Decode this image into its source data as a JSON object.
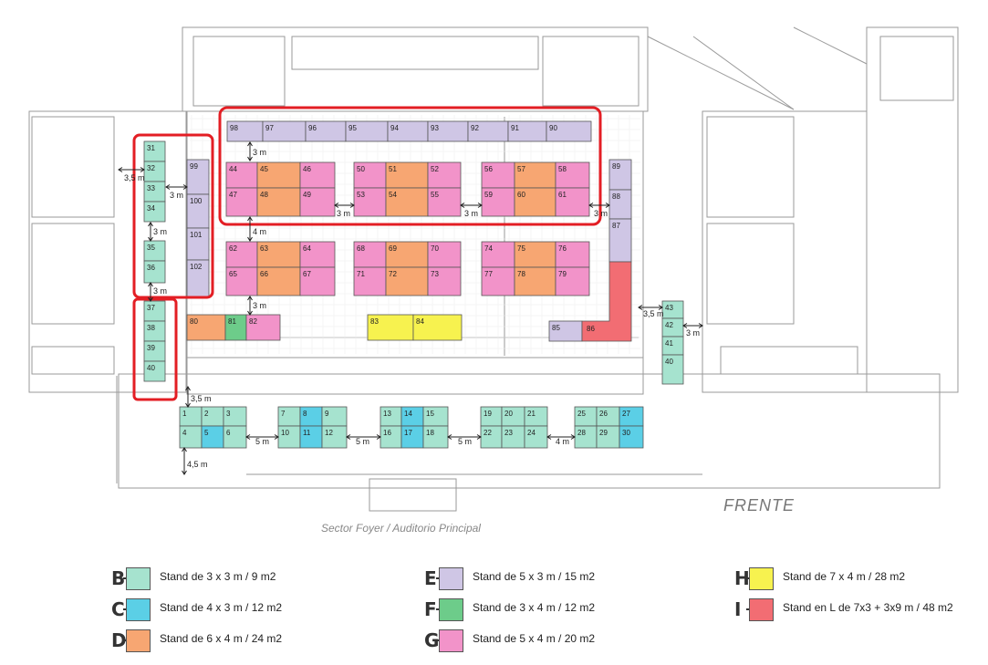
{
  "colors": {
    "B": "#A6E3CF",
    "C": "#5BCFE6",
    "D": "#F7A672",
    "E": "#CFC6E5",
    "F": "#6DCC8A",
    "G": "#F293C9",
    "H": "#F7F24F",
    "I": "#F26D73",
    "highlight": "#E31E24"
  },
  "caption": "Sector Foyer / Auditorio Principal",
  "front_label": "FRENTE",
  "legend": [
    {
      "letter": "B",
      "text": "Stand de 3 x 3 m / 9 m2",
      "type": "B"
    },
    {
      "letter": "C",
      "text": "Stand de 4 x 3 m / 12 m2",
      "type": "C"
    },
    {
      "letter": "D",
      "text": "Stand de 6 x 4 m / 24 m2",
      "type": "D"
    },
    {
      "letter": "E",
      "text": "Stand de 5 x 3 m / 15 m2",
      "type": "E"
    },
    {
      "letter": "F",
      "text": "Stand de 3 x 4 m / 12 m2",
      "type": "F"
    },
    {
      "letter": "G",
      "text": "Stand de 5 x 4 m / 20 m2",
      "type": "G"
    },
    {
      "letter": "H",
      "text": "Stand de 7 x 4 m / 28 m2",
      "type": "H"
    },
    {
      "letter": "I",
      "text": "Stand en L de 7x3 + 3x9 m / 48 m2",
      "type": "I"
    }
  ],
  "stands": [
    {
      "id": "1",
      "type": "B"
    },
    {
      "id": "2",
      "type": "B"
    },
    {
      "id": "3",
      "type": "B"
    },
    {
      "id": "4",
      "type": "B"
    },
    {
      "id": "5",
      "type": "C"
    },
    {
      "id": "6",
      "type": "B"
    },
    {
      "id": "7",
      "type": "B"
    },
    {
      "id": "8",
      "type": "C"
    },
    {
      "id": "9",
      "type": "B"
    },
    {
      "id": "10",
      "type": "B"
    },
    {
      "id": "11",
      "type": "C"
    },
    {
      "id": "12",
      "type": "B"
    },
    {
      "id": "13",
      "type": "B"
    },
    {
      "id": "14",
      "type": "C"
    },
    {
      "id": "15",
      "type": "B"
    },
    {
      "id": "16",
      "type": "B"
    },
    {
      "id": "17",
      "type": "C"
    },
    {
      "id": "18",
      "type": "B"
    },
    {
      "id": "19",
      "type": "B"
    },
    {
      "id": "20",
      "type": "B"
    },
    {
      "id": "21",
      "type": "B"
    },
    {
      "id": "22",
      "type": "B"
    },
    {
      "id": "23",
      "type": "B"
    },
    {
      "id": "24",
      "type": "B"
    },
    {
      "id": "25",
      "type": "B"
    },
    {
      "id": "26",
      "type": "B"
    },
    {
      "id": "27",
      "type": "C"
    },
    {
      "id": "28",
      "type": "B"
    },
    {
      "id": "29",
      "type": "B"
    },
    {
      "id": "30",
      "type": "C"
    },
    {
      "id": "31",
      "type": "B"
    },
    {
      "id": "32",
      "type": "B"
    },
    {
      "id": "33",
      "type": "B"
    },
    {
      "id": "34",
      "type": "B"
    },
    {
      "id": "35",
      "type": "B"
    },
    {
      "id": "36",
      "type": "B"
    },
    {
      "id": "37",
      "type": "B"
    },
    {
      "id": "38",
      "type": "B"
    },
    {
      "id": "39",
      "type": "B"
    },
    {
      "id": "40",
      "type": "B"
    },
    {
      "id": "43",
      "type": "B"
    },
    {
      "id": "42",
      "type": "B"
    },
    {
      "id": "41",
      "type": "B"
    },
    {
      "id": "40",
      "type": "B"
    },
    {
      "id": "98",
      "type": "E"
    },
    {
      "id": "97",
      "type": "E"
    },
    {
      "id": "96",
      "type": "E"
    },
    {
      "id": "95",
      "type": "E"
    },
    {
      "id": "94",
      "type": "E"
    },
    {
      "id": "93",
      "type": "E"
    },
    {
      "id": "92",
      "type": "E"
    },
    {
      "id": "91",
      "type": "E"
    },
    {
      "id": "90",
      "type": "E"
    },
    {
      "id": "99",
      "type": "E"
    },
    {
      "id": "100",
      "type": "E"
    },
    {
      "id": "101",
      "type": "E"
    },
    {
      "id": "102",
      "type": "E"
    },
    {
      "id": "89",
      "type": "E"
    },
    {
      "id": "88",
      "type": "E"
    },
    {
      "id": "87",
      "type": "E"
    },
    {
      "id": "44",
      "type": "G"
    },
    {
      "id": "45",
      "type": "D"
    },
    {
      "id": "46",
      "type": "G"
    },
    {
      "id": "47",
      "type": "G"
    },
    {
      "id": "48",
      "type": "D"
    },
    {
      "id": "49",
      "type": "G"
    },
    {
      "id": "50",
      "type": "G"
    },
    {
      "id": "51",
      "type": "D"
    },
    {
      "id": "52",
      "type": "G"
    },
    {
      "id": "53",
      "type": "G"
    },
    {
      "id": "54",
      "type": "D"
    },
    {
      "id": "55",
      "type": "G"
    },
    {
      "id": "56",
      "type": "G"
    },
    {
      "id": "57",
      "type": "D"
    },
    {
      "id": "58",
      "type": "G"
    },
    {
      "id": "59",
      "type": "G"
    },
    {
      "id": "60",
      "type": "D"
    },
    {
      "id": "61",
      "type": "G"
    },
    {
      "id": "62",
      "type": "G"
    },
    {
      "id": "63",
      "type": "D"
    },
    {
      "id": "64",
      "type": "G"
    },
    {
      "id": "65",
      "type": "G"
    },
    {
      "id": "66",
      "type": "D"
    },
    {
      "id": "67",
      "type": "G"
    },
    {
      "id": "68",
      "type": "G"
    },
    {
      "id": "69",
      "type": "D"
    },
    {
      "id": "70",
      "type": "G"
    },
    {
      "id": "71",
      "type": "G"
    },
    {
      "id": "72",
      "type": "D"
    },
    {
      "id": "73",
      "type": "G"
    },
    {
      "id": "74",
      "type": "G"
    },
    {
      "id": "75",
      "type": "D"
    },
    {
      "id": "76",
      "type": "G"
    },
    {
      "id": "77",
      "type": "G"
    },
    {
      "id": "78",
      "type": "D"
    },
    {
      "id": "79",
      "type": "G"
    },
    {
      "id": "80",
      "type": "D"
    },
    {
      "id": "81",
      "type": "F"
    },
    {
      "id": "82",
      "type": "G"
    },
    {
      "id": "83",
      "type": "H"
    },
    {
      "id": "84",
      "type": "H"
    },
    {
      "id": "85",
      "type": "E"
    },
    {
      "id": "86",
      "type": "I"
    }
  ],
  "spacings": [
    {
      "text": "3 m"
    },
    {
      "text": "3,5 m"
    },
    {
      "text": "3 m"
    },
    {
      "text": "3 m"
    },
    {
      "text": "3 m"
    },
    {
      "text": "4 m"
    },
    {
      "text": "3 m"
    },
    {
      "text": "3 m"
    },
    {
      "text": "3 m"
    },
    {
      "text": "3 m"
    },
    {
      "text": "3,5 m"
    },
    {
      "text": "3 m"
    },
    {
      "text": "3,5 m"
    },
    {
      "text": "5 m"
    },
    {
      "text": "5 m"
    },
    {
      "text": "5 m"
    },
    {
      "text": "4 m"
    },
    {
      "text": "4,5 m"
    }
  ]
}
